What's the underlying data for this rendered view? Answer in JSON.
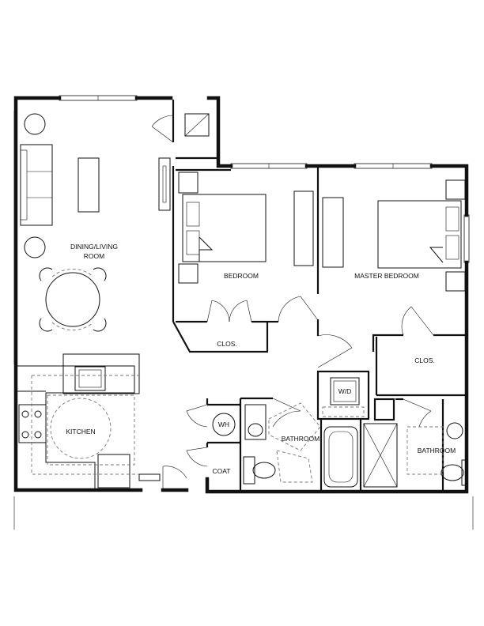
{
  "rooms": {
    "dining_living_line1": "DINING/LIVING",
    "dining_living_line2": "ROOM",
    "bedroom": "BEDROOM",
    "master_bedroom": "MASTER BEDROOM",
    "closet_bedroom": "CLOS.",
    "closet_master": "CLOS.",
    "washer_dryer": "W/D",
    "kitchen": "KITCHEN",
    "water_heater": "WH",
    "coat": "COAT",
    "bathroom_main": "BATHROOM",
    "bathroom_master": "BATHROOM"
  }
}
